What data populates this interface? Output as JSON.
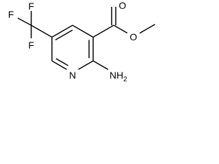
{
  "molecule": {
    "atoms": {
      "f_top": "F",
      "f_left": "F",
      "f_bottom": "F",
      "o_carbonyl": "O",
      "o_ester": "O",
      "n_ring": "N",
      "amine": "NH",
      "amine_subscript": "2"
    },
    "colors": {
      "bond": "#000000",
      "label": "#000000",
      "background": "#ffffff"
    }
  }
}
